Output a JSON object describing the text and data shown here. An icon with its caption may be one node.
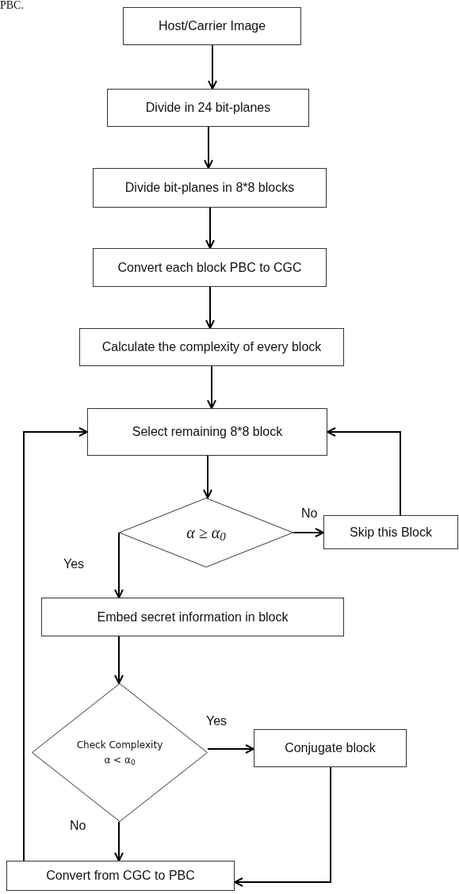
{
  "diagram": {
    "nodes": [
      {
        "text": [
          "Host/Carrier Image"
        ]
      },
      {
        "text": [
          "Divide in 24 bit-planes"
        ]
      },
      {
        "text": [
          "Divide bit-planes in 8*8 blocks"
        ]
      },
      {
        "text": [
          "Convert each block PBC to CGC"
        ]
      },
      {
        "text": [
          "Calculate the complexity of every block"
        ]
      },
      {
        "text": [
          "Select remaining 8*8 block"
        ]
      },
      {
        "text": [
          "α ≥ α$_{0}$"
        ]
      },
      {
        "text": [
          "Skip this Block"
        ]
      },
      {
        "text": [
          "Embed secret information in block"
        ]
      },
      {
        "text": [
          "Check Complexity",
          "α < α$_{0}$"
        ]
      },
      {
        "text": [
          "Conjugate block"
        ]
      },
      {
        "text": [
          "Convert from CGC to PBC"
        ]
      }
    ],
    "edges": [
      {
        "from": 0,
        "to": 1,
        "arrow": "to"
      },
      {
        "from": 1,
        "to": 2,
        "arrow": "to"
      },
      {
        "from": 2,
        "to": 3,
        "arrow": "to"
      },
      {
        "from": 3,
        "to": 4,
        "arrow": "to"
      },
      {
        "from": 4,
        "to": 5,
        "arrow": "to"
      },
      {
        "from": 5,
        "to": 6,
        "arrow": "to"
      },
      {
        "from": 6,
        "to": 7,
        "arrow": "to",
        "label": "No"
      },
      {
        "from": 7,
        "to": 5,
        "arrow": "to"
      },
      {
        "from": 6,
        "to": 8,
        "arrow": "to",
        "label": "Yes"
      },
      {
        "from": 8,
        "to": 9,
        "arrow": "to"
      },
      {
        "from": 9,
        "to": 10,
        "arrow": "to",
        "label": "Yes"
      },
      {
        "from": 9,
        "to": 11,
        "arrow": "to",
        "label": "No"
      },
      {
        "from": 10,
        "to": 11,
        "arrow": "to"
      },
      {
        "from": 11,
        "to": 5,
        "arrow": "to"
      }
    ],
    "labels": [
      "PBC."
    ]
  }
}
